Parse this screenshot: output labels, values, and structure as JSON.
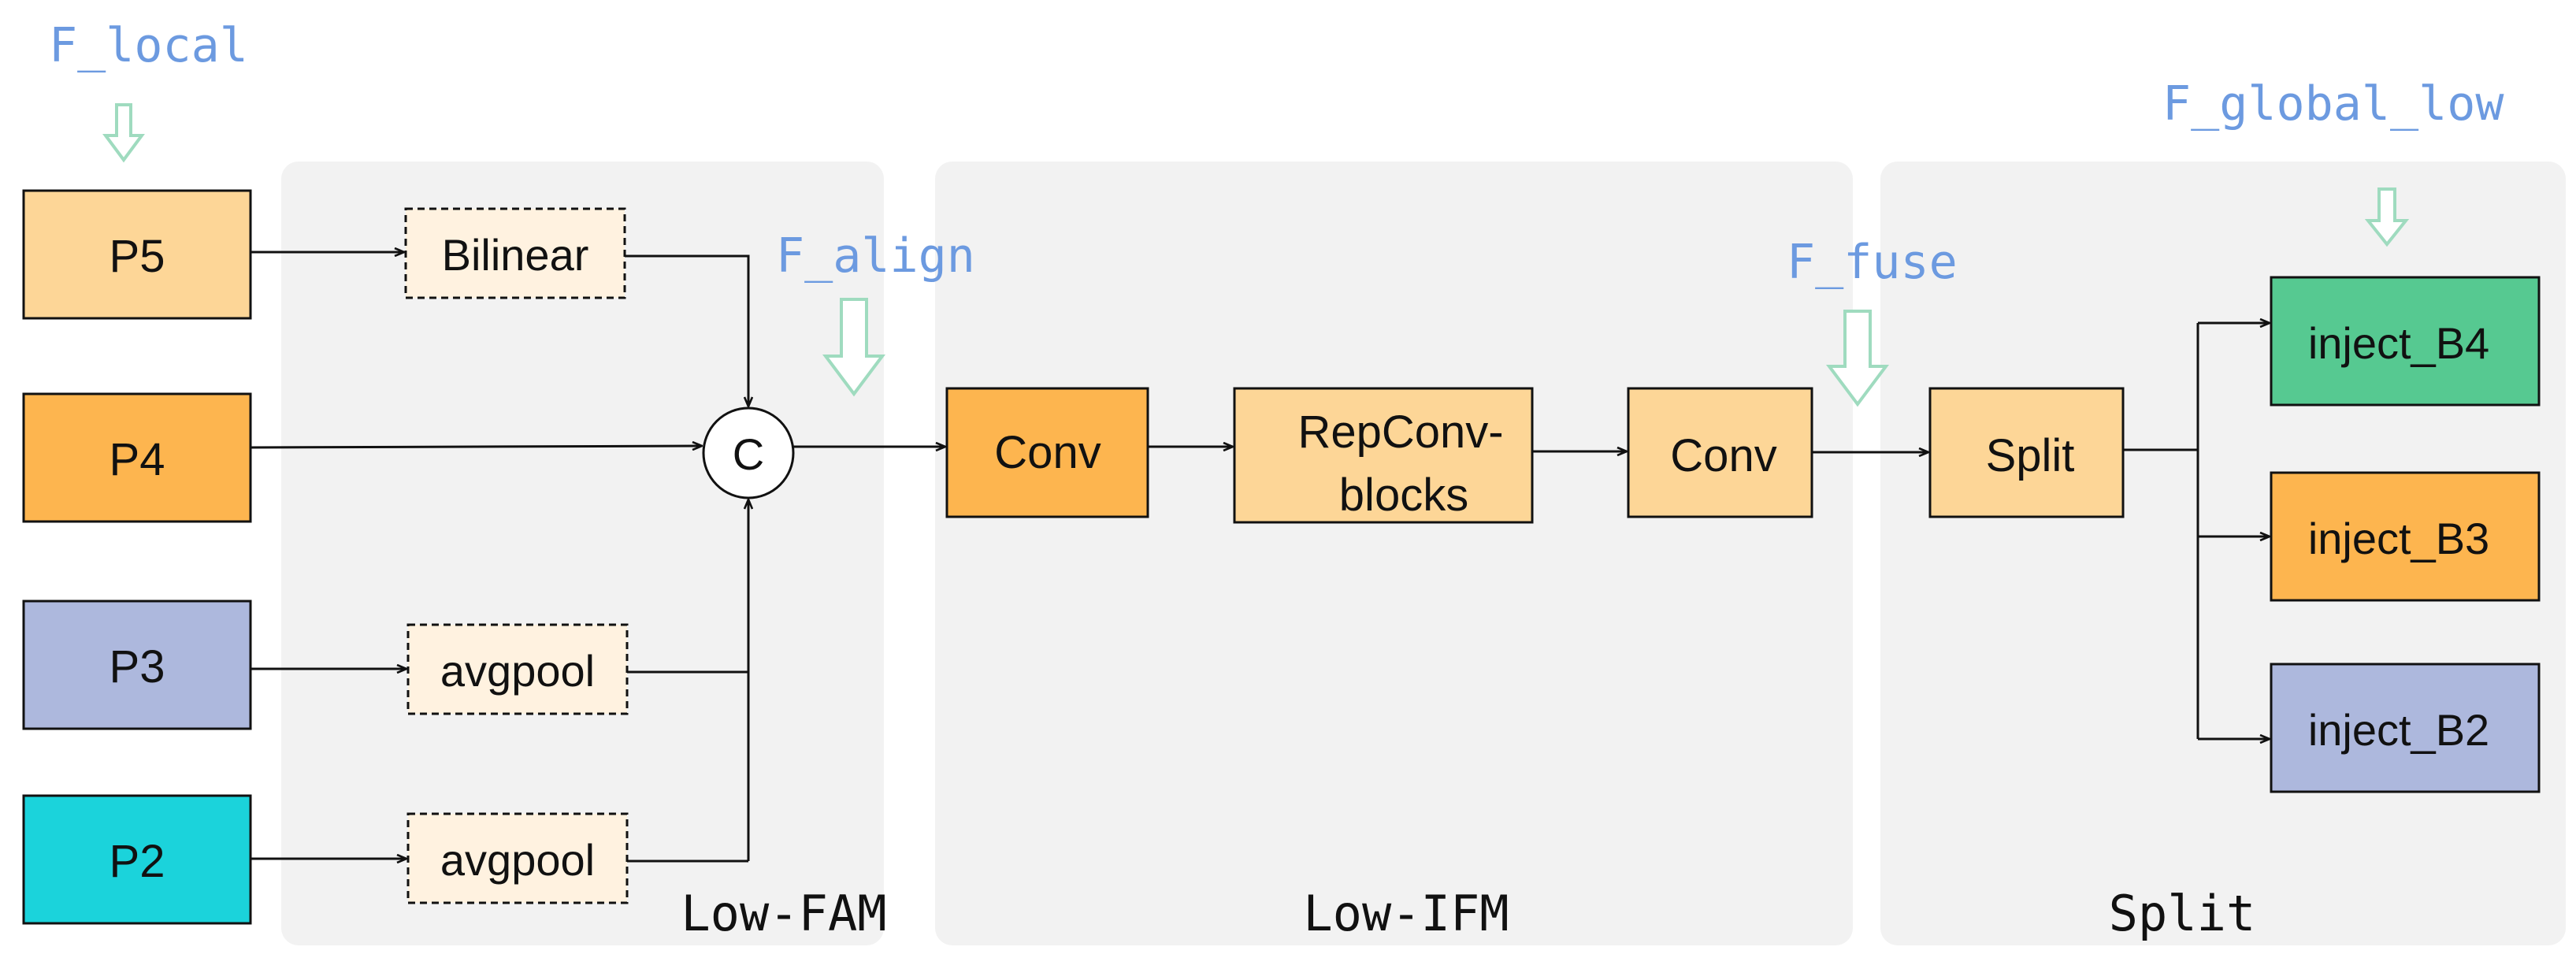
{
  "labels": {
    "f_local": "F_local",
    "f_align": "F_align",
    "f_fuse": "F_fuse",
    "f_global_low": "F_global_low"
  },
  "inputs": {
    "p5": "P5",
    "p4": "P4",
    "p3": "P3",
    "p2": "P2"
  },
  "fam": {
    "title": "Low-FAM",
    "bilinear": "Bilinear",
    "avgpool_1": "avgpool",
    "avgpool_2": "avgpool",
    "concat": "C"
  },
  "ifm": {
    "title": "Low-IFM",
    "conv_1": "Conv",
    "repconv_line1": "RepConv-",
    "repconv_line2": "blocks",
    "conv_2": "Conv"
  },
  "split": {
    "title": "Split",
    "split_box": "Split",
    "inject_b4": "inject_B4",
    "inject_b3": "inject_B3",
    "inject_b2": "inject_B2"
  },
  "colors": {
    "panel": "#f2f2f2",
    "light_orange": "#fdd697",
    "orange": "#fdb54f",
    "lavender": "#adb8dd",
    "cyan": "#1bd3db",
    "green": "#56c991",
    "cream": "#fff2e0",
    "label_blue": "#6c9ae0",
    "hollow_arrow": "#9fdbbf"
  }
}
